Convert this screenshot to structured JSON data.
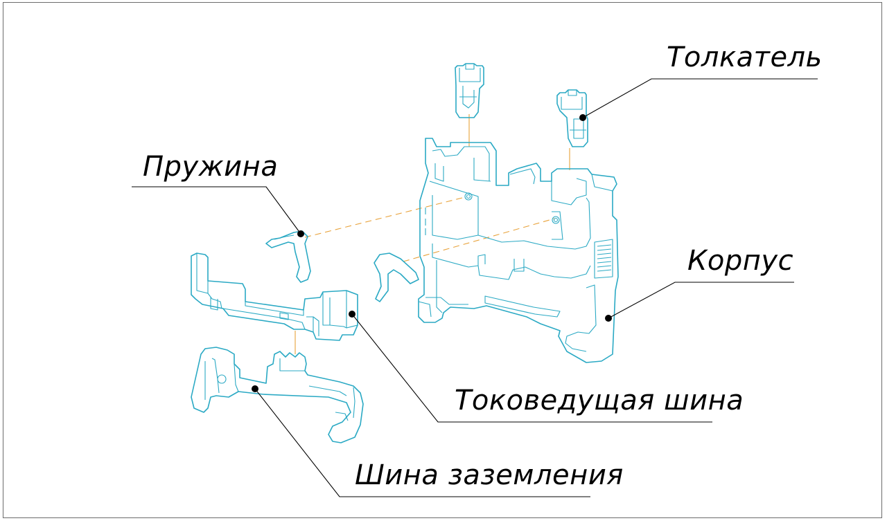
{
  "callouts": {
    "pusher": "Толкатель",
    "spring": "Пружина",
    "housing": "Корпус",
    "busbar": "Токоведущая шина",
    "ground_bar": "Шина заземления"
  },
  "colors": {
    "part_outline": "#2aa9c4",
    "axis_line": "#e8a23a",
    "leader_line": "#000000",
    "frame": "#6b6b6b"
  }
}
